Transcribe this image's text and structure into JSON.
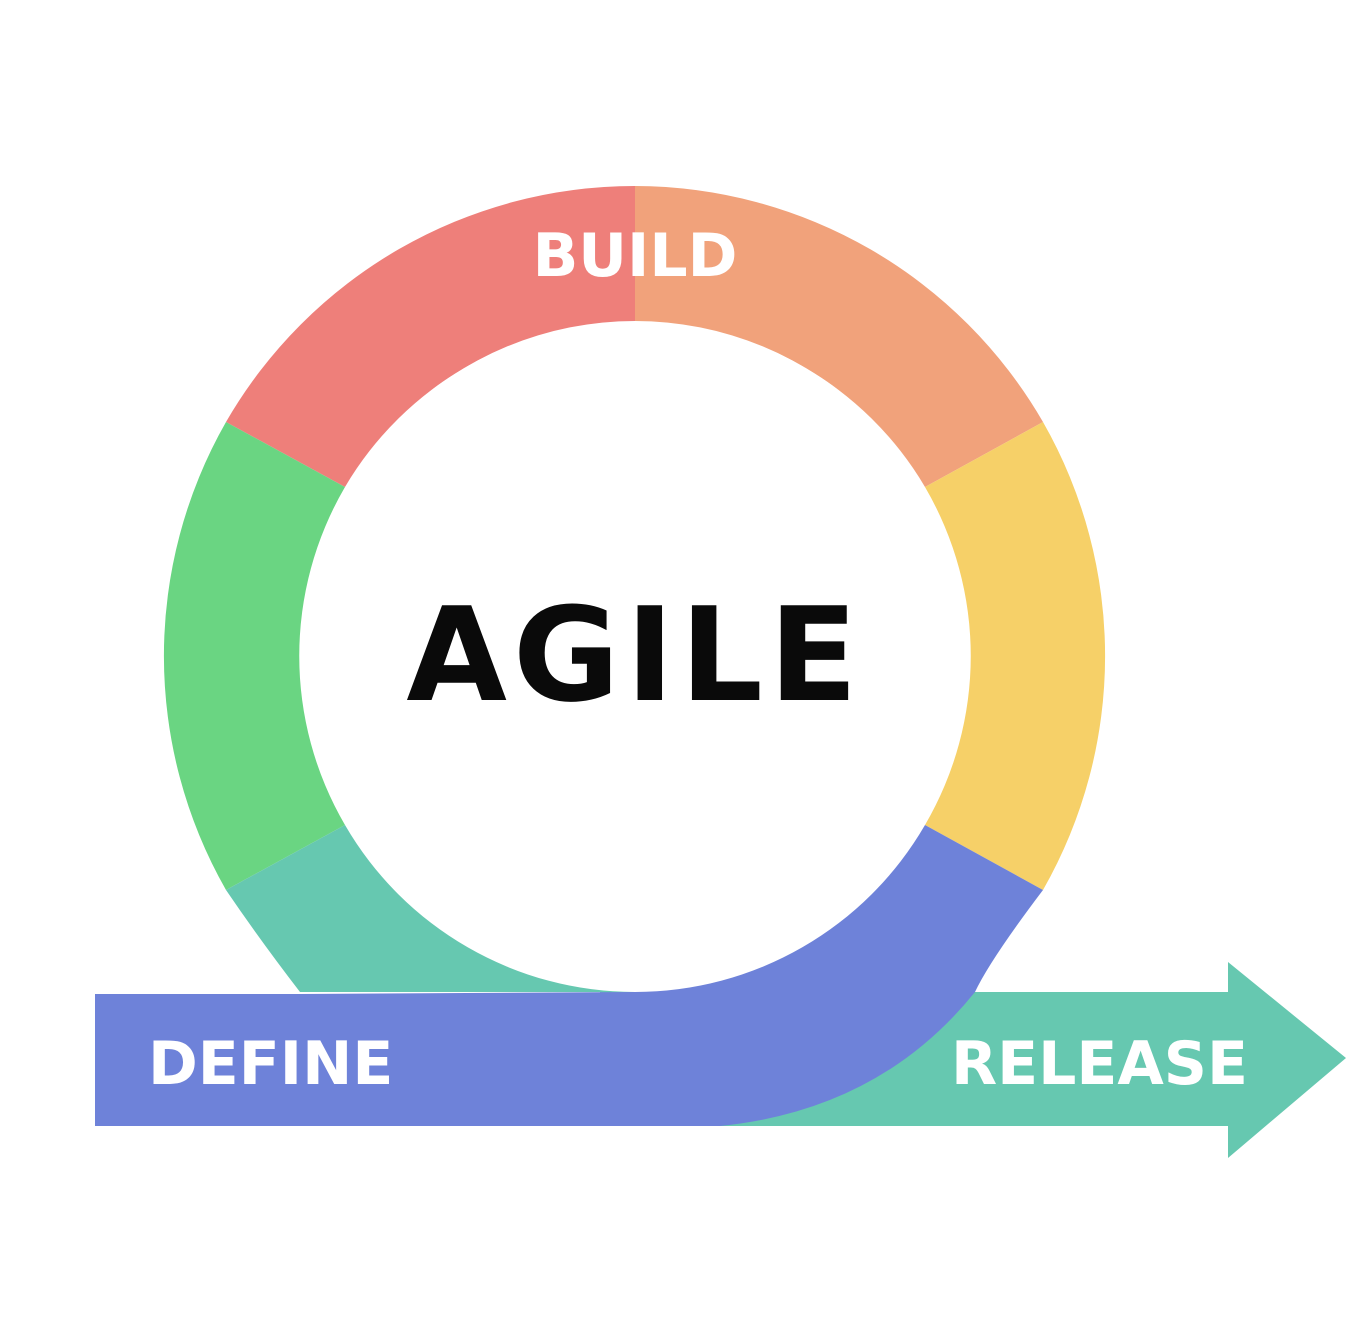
{
  "diagram": {
    "center_title": "AGILE",
    "stages": {
      "build": "BUILD",
      "define": "DEFINE",
      "release": "RELEASE"
    },
    "colors": {
      "red": "#EE7F7A",
      "orange": "#F1A27B",
      "yellow": "#F6D068",
      "green": "#6AD582",
      "teal": "#66C8B0",
      "blue": "#6E82D9",
      "center": "#FFFFFF",
      "title_text": "#0A0A0A",
      "label_text": "#FFFFFF"
    }
  }
}
